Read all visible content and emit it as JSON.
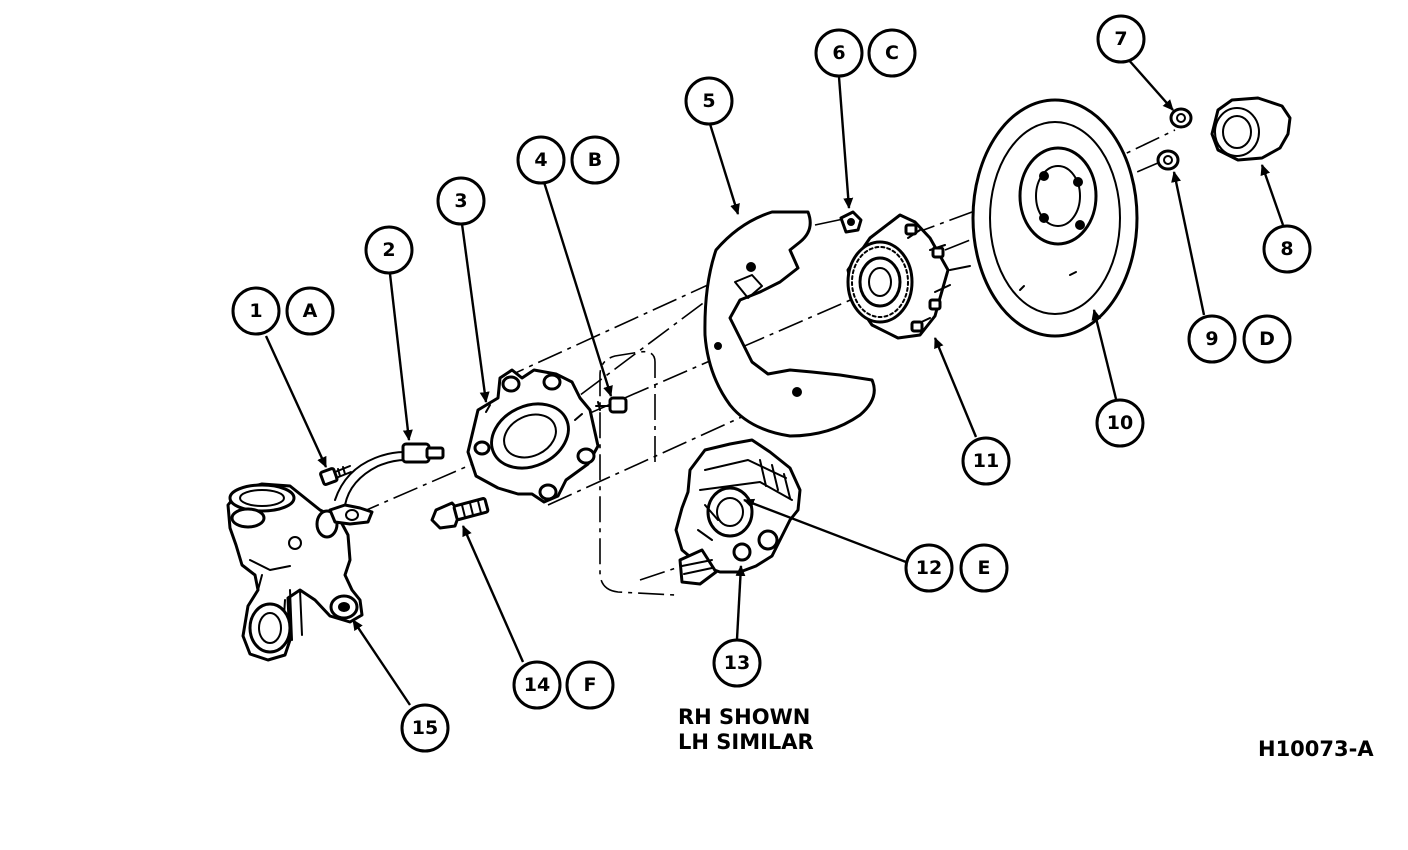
{
  "callouts": {
    "c1": "1",
    "c2": "2",
    "c3": "3",
    "c4": "4",
    "c5": "5",
    "c6": "6",
    "c7": "7",
    "c8": "8",
    "c9": "9",
    "c10": "10",
    "c11": "11",
    "c12": "12",
    "c13": "13",
    "c14": "14",
    "c15": "15",
    "cA": "A",
    "cB": "B",
    "cC": "C",
    "cD": "D",
    "cE": "E",
    "cF": "F"
  },
  "notes": {
    "line1": "RH SHOWN",
    "line2": "LH SIMILAR"
  },
  "figure_id": "H10073-A"
}
